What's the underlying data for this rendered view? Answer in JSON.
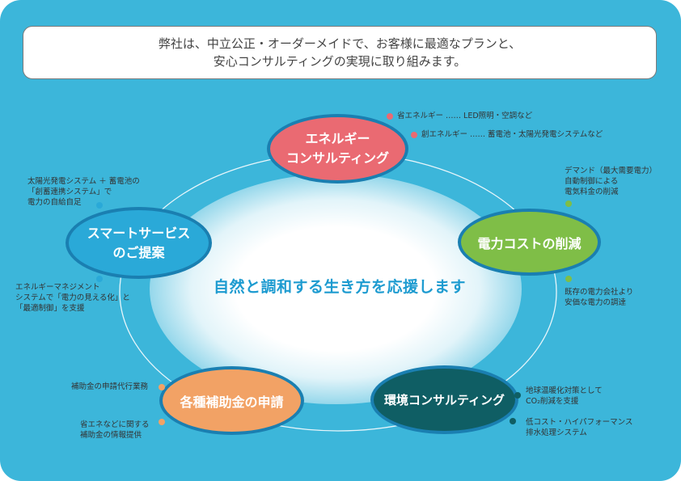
{
  "intro": {
    "line1": "弊社は、中立公正・オーダーメイドで、お客様に最適なプランと、",
    "line2": "安心コンサルティングの実現に取り組みます。"
  },
  "center": {
    "text": "自然と調和する生き方を応援します"
  },
  "services": {
    "energy": {
      "label_line1": "エネルギー",
      "label_line2": "コンサルティング",
      "color": "#ea6a72",
      "notes": [
        {
          "text": "省エネルギー …… LED照明・空調など"
        },
        {
          "text": "創エネルギー …… 蓄電池・太陽光発電システムなど"
        }
      ]
    },
    "power_cost": {
      "label": "電力コストの削減",
      "color": "#7fbe47",
      "notes": [
        {
          "lines": [
            "デマンド（最大需要電力）",
            "自動制御による",
            "電気料金の削減"
          ]
        },
        {
          "lines": [
            "既存の電力会社より",
            "安価な電力の調達"
          ]
        }
      ]
    },
    "environment": {
      "label": "環境コンサルティング",
      "color": "#0f5e64",
      "notes": [
        {
          "lines": [
            "地球温暖化対策として",
            "CO₂削減を支援"
          ]
        },
        {
          "lines": [
            "低コスト・ハイパフォーマンス",
            "排水処理システム"
          ]
        }
      ]
    },
    "subsidy": {
      "label": "各種補助金の申請",
      "color": "#f2a265",
      "notes": [
        {
          "lines": [
            "補助金の申請代行業務"
          ]
        },
        {
          "lines": [
            "省エネなどに関する",
            "補助金の情報提供"
          ]
        }
      ]
    },
    "smart": {
      "label_line1": "スマートサービス",
      "label_line2": "のご提案",
      "color": "#2aa9d8",
      "notes": [
        {
          "lines": [
            "太陽光発電システム ＋ 蓄電池の",
            "「創蓄連携システム」で",
            "電力の自給自足"
          ]
        },
        {
          "lines": [
            "エネルギーマネジメント",
            "システムで「電力の見える化」と",
            "「最適制御」を支援"
          ]
        }
      ]
    }
  },
  "colors": {
    "background": "#3cb6da",
    "ring": "#e8f6fb",
    "border": "#1a7fb1",
    "center_text": "#1d9bd0"
  }
}
